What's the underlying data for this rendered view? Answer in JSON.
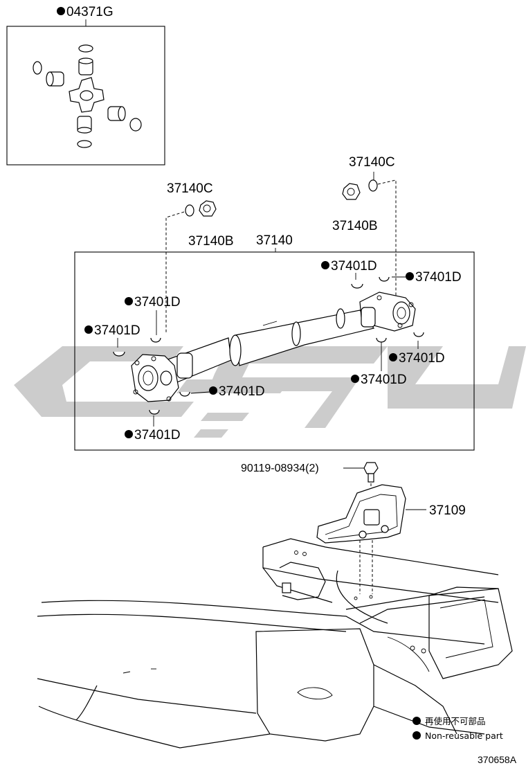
{
  "diagram": {
    "callouts": {
      "kit": "04371G",
      "washer_left": "37140C",
      "nut_left": "37140B",
      "shaft_assembly": "37140",
      "washer_right": "37140C",
      "nut_right": "37140B",
      "clip_rt_upper": "37401D",
      "clip_rt_side": "37401D",
      "clip_lf_upper": "37401D",
      "clip_lf_side": "37401D",
      "clip_rt_lower": "37401D",
      "clip_rt_bottom": "37401D",
      "clip_lf_mid": "37401D",
      "clip_lf_bottom": "37401D",
      "bolt": "90119-08934(2)",
      "bracket": "37109"
    },
    "legend": {
      "jp": "再使用不可部品",
      "en": "Non-reusable part"
    },
    "figure_code": "370658A",
    "colors": {
      "watermark": "#cccccc",
      "line": "#000000",
      "background": "#ffffff"
    }
  }
}
